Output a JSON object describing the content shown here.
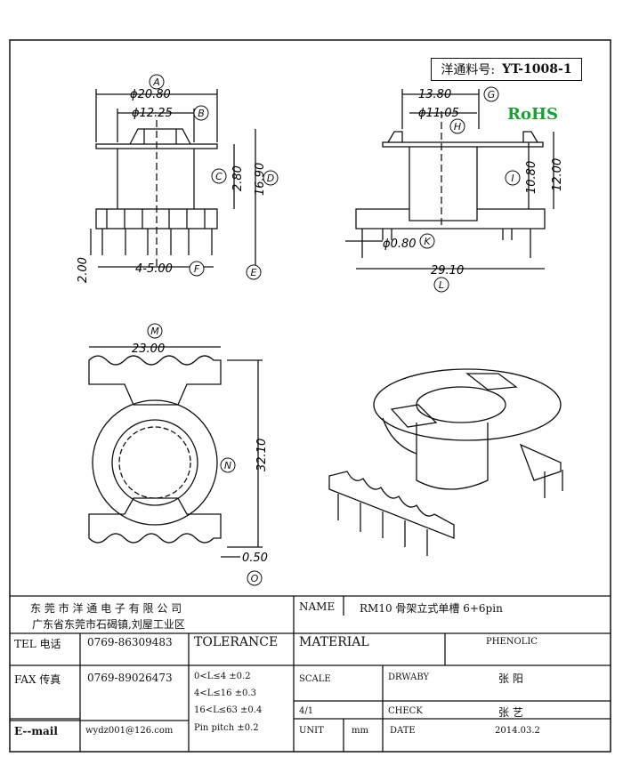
{
  "header": {
    "part_label": "洋通料号:",
    "part_value": "YT-1008-1",
    "rohs": "RoHS"
  },
  "dimensions": {
    "d1": "ϕ20.80",
    "d2": "ϕ12.25",
    "d3": "2.80",
    "d4": "16.90",
    "d5": "4-5.00",
    "d6": "2.00",
    "d7": "13.80",
    "d8": "ϕ11.05",
    "d9": "10.80",
    "d10": "12.00",
    "d11": "ϕ0.80",
    "d12": "29.10",
    "d13": "23.00",
    "d14": "32.10",
    "d15": "0.50"
  },
  "markers": {
    "A": "A",
    "B": "B",
    "C": "C",
    "D": "D",
    "E": "E",
    "F": "F",
    "G": "G",
    "H": "H",
    "I": "I",
    "K": "K",
    "L": "L",
    "M": "M",
    "N": "N",
    "O": "O"
  },
  "title_block": {
    "company": "东 莞 市 洋 通 电 子 有 限 公 司",
    "address": "广东省东莞市石碣镇,刘屋工业区",
    "name_label": "NAME",
    "name_value": "RM10 骨架立式单槽 6+6pin",
    "tel_label": "TEL 电话",
    "tel_value": "0769-86309483",
    "tolerance_label": "TOLERANCE",
    "material_label": "MATERIAL",
    "material_value": "PHENOLIC",
    "fax_label": "FAX 传真",
    "fax_value": "0769-89026473",
    "tol1": "0<L≤4   ±0.2",
    "tol2": "4<L≤16  ±0.3",
    "tol3": "16<L≤63  ±0.4",
    "tol4": "Pin pitch ±0.2",
    "scale_label": "SCALE",
    "scale_value": "4/1",
    "drawby_label": "DRWABY",
    "drawby_value": "张 阳",
    "check_label": "CHECK",
    "check_value": "张 艺",
    "email_label": "E--mail",
    "email_value": "wydz001@126.com",
    "unit_label": "UNIT",
    "unit_value": "mm",
    "date_label": "DATE",
    "date_value": "2014.03.2"
  }
}
